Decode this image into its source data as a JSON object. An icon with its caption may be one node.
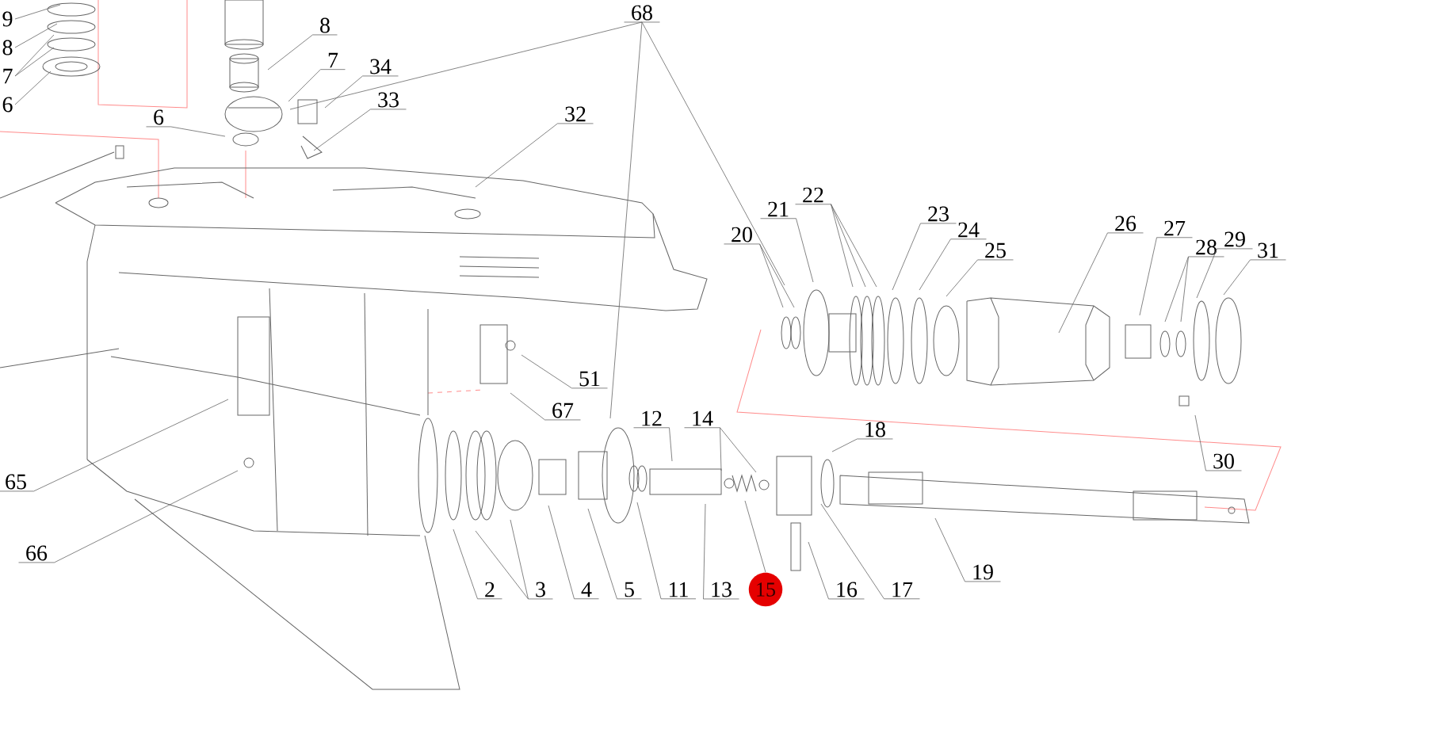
{
  "diagram": {
    "nodes": [
      {
        "text": [
          "9"
        ]
      },
      {
        "text": [
          "8"
        ]
      },
      {
        "text": [
          "7"
        ]
      },
      {
        "text": [
          "6"
        ]
      },
      {
        "text": [
          "8"
        ]
      },
      {
        "text": [
          "7"
        ]
      },
      {
        "text": [
          "34"
        ]
      },
      {
        "text": [
          "33"
        ]
      },
      {
        "text": [
          "6"
        ]
      },
      {
        "text": [
          "68"
        ]
      },
      {
        "text": [
          "32"
        ]
      },
      {
        "text": [
          "20"
        ]
      },
      {
        "text": [
          "21"
        ]
      },
      {
        "text": [
          "22"
        ]
      },
      {
        "text": [
          "23"
        ]
      },
      {
        "text": [
          "24"
        ]
      },
      {
        "text": [
          "25"
        ]
      },
      {
        "text": [
          "26"
        ]
      },
      {
        "text": [
          "27"
        ]
      },
      {
        "text": [
          "28"
        ]
      },
      {
        "text": [
          "29"
        ]
      },
      {
        "text": [
          "31"
        ]
      },
      {
        "text": [
          "51"
        ]
      },
      {
        "text": [
          "67"
        ]
      },
      {
        "text": [
          "12"
        ]
      },
      {
        "text": [
          "14"
        ]
      },
      {
        "text": [
          "18"
        ]
      },
      {
        "text": [
          "30"
        ]
      },
      {
        "text": [
          "65"
        ]
      },
      {
        "text": [
          "66"
        ]
      },
      {
        "text": [
          "19"
        ]
      },
      {
        "text": [
          "2"
        ]
      },
      {
        "text": [
          "3"
        ]
      },
      {
        "text": [
          "4"
        ]
      },
      {
        "text": [
          "5"
        ]
      },
      {
        "text": [
          "11"
        ]
      },
      {
        "text": [
          "13"
        ]
      },
      {
        "text": [
          "15"
        ]
      },
      {
        "text": [
          "16"
        ]
      },
      {
        "text": [
          "17"
        ]
      }
    ],
    "edges": [
      {
        "from": 0,
        "to": null,
        "arrow": "none"
      },
      {
        "from": 1,
        "to": null,
        "arrow": "none"
      },
      {
        "from": 2,
        "to": null,
        "arrow": "none"
      },
      {
        "from": 2,
        "to": null,
        "arrow": "none"
      },
      {
        "from": 3,
        "to": null,
        "arrow": "none"
      },
      {
        "from": 4,
        "to": null,
        "arrow": "none"
      },
      {
        "from": 5,
        "to": null,
        "arrow": "none"
      },
      {
        "from": 6,
        "to": null,
        "arrow": "none"
      },
      {
        "from": 7,
        "to": null,
        "arrow": "none"
      },
      {
        "from": 8,
        "to": null,
        "arrow": "none"
      },
      {
        "from": 9,
        "to": null,
        "arrow": "none"
      },
      {
        "from": 9,
        "to": null,
        "arrow": "none"
      },
      {
        "from": 9,
        "to": null,
        "arrow": "none"
      },
      {
        "from": 10,
        "to": null,
        "arrow": "none"
      },
      {
        "from": 11,
        "to": null,
        "arrow": "none"
      },
      {
        "from": 11,
        "to": null,
        "arrow": "none"
      },
      {
        "from": 12,
        "to": null,
        "arrow": "none"
      },
      {
        "from": 13,
        "to": null,
        "arrow": "none"
      },
      {
        "from": 13,
        "to": null,
        "arrow": "none"
      },
      {
        "from": 13,
        "to": null,
        "arrow": "none"
      },
      {
        "from": 14,
        "to": null,
        "arrow": "none"
      },
      {
        "from": 15,
        "to": null,
        "arrow": "none"
      },
      {
        "from": 16,
        "to": null,
        "arrow": "none"
      },
      {
        "from": 17,
        "to": null,
        "arrow": "none"
      },
      {
        "from": 18,
        "to": null,
        "arrow": "none"
      },
      {
        "from": 19,
        "to": null,
        "arrow": "none"
      },
      {
        "from": 19,
        "to": null,
        "arrow": "none"
      },
      {
        "from": 20,
        "to": null,
        "arrow": "none"
      },
      {
        "from": 21,
        "to": null,
        "arrow": "none"
      },
      {
        "from": 22,
        "to": null,
        "arrow": "none"
      },
      {
        "from": 23,
        "to": null,
        "arrow": "none"
      },
      {
        "from": 24,
        "to": null,
        "arrow": "none"
      },
      {
        "from": 25,
        "to": null,
        "arrow": "none"
      },
      {
        "from": 25,
        "to": null,
        "arrow": "none"
      },
      {
        "from": 26,
        "to": null,
        "arrow": "none"
      },
      {
        "from": 27,
        "to": null,
        "arrow": "none"
      },
      {
        "from": 28,
        "to": null,
        "arrow": "none"
      },
      {
        "from": 29,
        "to": null,
        "arrow": "none"
      },
      {
        "from": 30,
        "to": null,
        "arrow": "none"
      },
      {
        "from": 31,
        "to": null,
        "arrow": "none"
      },
      {
        "from": 32,
        "to": null,
        "arrow": "none"
      },
      {
        "from": 32,
        "to": null,
        "arrow": "none"
      },
      {
        "from": 33,
        "to": null,
        "arrow": "none"
      },
      {
        "from": 34,
        "to": null,
        "arrow": "none"
      },
      {
        "from": 35,
        "to": null,
        "arrow": "none"
      },
      {
        "from": 36,
        "to": null,
        "arrow": "none"
      },
      {
        "from": 37,
        "to": null,
        "arrow": "none"
      },
      {
        "from": 38,
        "to": null,
        "arrow": "none"
      },
      {
        "from": 39,
        "to": null,
        "arrow": "none"
      }
    ]
  }
}
